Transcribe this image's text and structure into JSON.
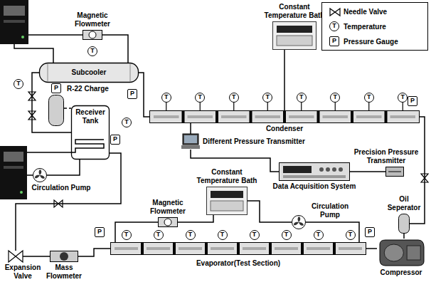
{
  "diagram": {
    "nodes": [
      {
        "text": [
          "Magnetic Flowmeter"
        ]
      },
      {
        "text": [
          "Constant Temperature Bath"
        ]
      },
      {
        "text": [
          "Subcooler"
        ]
      },
      {
        "text": [
          "R-22 Charge"
        ]
      },
      {
        "text": [
          "Receiver Tank"
        ]
      },
      {
        "text": [
          "Circulation Pump"
        ]
      },
      {
        "text": [
          "Condenser"
        ]
      },
      {
        "text": [
          "Different Pressure Transmitter"
        ]
      },
      {
        "text": [
          "Precision Pressure Transmitter"
        ]
      },
      {
        "text": [
          "Data Acquisition System"
        ]
      },
      {
        "text": [
          "Constant Temperature Bath"
        ]
      },
      {
        "text": [
          "Magnetic Flowmeter"
        ]
      },
      {
        "text": [
          "Circulation Pump"
        ]
      },
      {
        "text": [
          "Oil Seperator"
        ]
      },
      {
        "text": [
          "Expansion Valve"
        ]
      },
      {
        "text": [
          "Mass Flowmeter"
        ]
      },
      {
        "text": [
          "Evaporator(Test Section)"
        ]
      },
      {
        "text": [
          "Compressor"
        ]
      }
    ],
    "edges": [
      {
        "from": 17,
        "to": 13,
        "arrow": "none"
      },
      {
        "from": 13,
        "to": 6,
        "arrow": "none"
      },
      {
        "from": 6,
        "to": 2,
        "arrow": "none"
      },
      {
        "from": 2,
        "to": 4,
        "arrow": "none"
      },
      {
        "from": 3,
        "to": 4,
        "arrow": "none"
      },
      {
        "from": 4,
        "to": 14,
        "arrow": "none"
      },
      {
        "from": 14,
        "to": 15,
        "arrow": "none"
      },
      {
        "from": 15,
        "to": 16,
        "arrow": "none"
      },
      {
        "from": 16,
        "to": 17,
        "arrow": "none"
      },
      {
        "from": 5,
        "to": 4,
        "arrow": "none"
      },
      {
        "from": 0,
        "to": 2,
        "arrow": "none"
      },
      {
        "from": 1,
        "to": 6,
        "arrow": "none"
      },
      {
        "from": 10,
        "to": 11,
        "arrow": "none"
      },
      {
        "from": 11,
        "to": 16,
        "arrow": "none"
      },
      {
        "from": 16,
        "to": 12,
        "arrow": "none"
      },
      {
        "from": 12,
        "to": 10,
        "arrow": "none"
      },
      {
        "from": 7,
        "to": 6,
        "arrow": "none"
      },
      {
        "from": 7,
        "to": 9,
        "arrow": "none"
      },
      {
        "from": 8,
        "to": 9,
        "arrow": "none"
      }
    ],
    "labels": [
      "T",
      "P",
      "T",
      "T",
      "T",
      "T",
      "T",
      "T",
      "T",
      "T",
      "T",
      "T",
      "T",
      "T",
      "T",
      "T",
      "T",
      "T",
      "T",
      "T",
      "T",
      "P",
      "P",
      "P",
      "P",
      "P",
      "P"
    ],
    "legend": [
      {
        "text": "Needle Valve"
      },
      {
        "text": "Temperature"
      },
      {
        "text": "Pressure Gauge"
      }
    ]
  }
}
